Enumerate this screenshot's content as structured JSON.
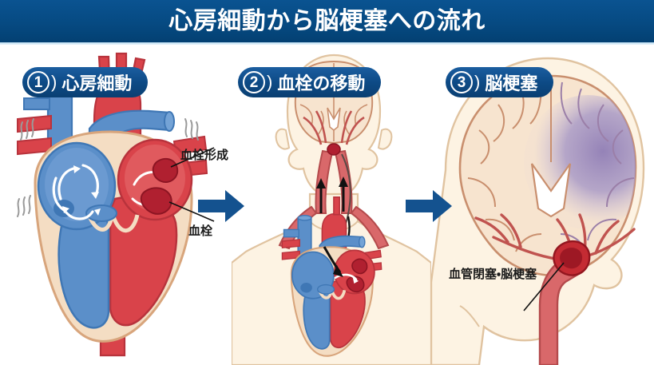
{
  "header": {
    "title": "心房細動から脳梗塞への流れ",
    "bar_color": "#064a82",
    "title_color": "#ffffff"
  },
  "steps": [
    {
      "number": "1",
      "paren": ")",
      "label": "心房細動"
    },
    {
      "number": "2",
      "paren": ")",
      "label": "血栓の移動"
    },
    {
      "number": "3",
      "paren": ")",
      "label": "脳梗塞"
    }
  ],
  "annotations": {
    "thrombus_formation": "血栓形成",
    "thrombus": "血栓",
    "occlusion": "血管閉塞・脳梗塞"
  },
  "flow_arrows": [
    {
      "name": "arrow-step1-to-step2",
      "color": "#14528f"
    },
    {
      "name": "arrow-step2-to-step3",
      "color": "#14528f"
    }
  ],
  "illustrations": {
    "panel1": {
      "name": "heart-cross-section-atrial-fibrillation",
      "elements": [
        "aorta",
        "pulmonary-artery",
        "superior-vena-cava",
        "inferior-vena-cava",
        "right-atrium",
        "right-ventricle",
        "left-atrium",
        "left-ventricle",
        "myocardium-wall",
        "turbulent-flow-arrows",
        "thrombus-clots",
        "fibrillation-vibration-marks"
      ]
    },
    "panel2": {
      "name": "torso-head-clot-migration",
      "elements": [
        "head-silhouette",
        "brain-coronal",
        "carotid-arteries",
        "aortic-arch",
        "heart-cross-section",
        "clot-travel-arrows",
        "thrombus-clots",
        "shoulders"
      ]
    },
    "panel3": {
      "name": "brain-coronal-cerebral-infarction",
      "elements": [
        "head-silhouette",
        "brain-coronal",
        "cerebral-arteries",
        "occluding-clot",
        "infarct-shaded-region",
        "internal-carotid-artery"
      ]
    }
  },
  "palette": {
    "header_blue": "#064a82",
    "badge_blue": "#0d4a85",
    "arrow_blue": "#14528f",
    "artery_red": "#d9434a",
    "artery_red_light": "#e08a85",
    "vein_blue": "#5b8fc9",
    "vein_blue_dark": "#3f77b5",
    "clot_dark_red": "#b02030",
    "myocardium_tan": "#f4ddc3",
    "skin_cream": "#fdf3e3",
    "brain_cream": "#f7e4cf",
    "infarct_purple": "#9b8fc0",
    "vibration_gray": "#9a9a9a",
    "background": "#ffffff"
  }
}
